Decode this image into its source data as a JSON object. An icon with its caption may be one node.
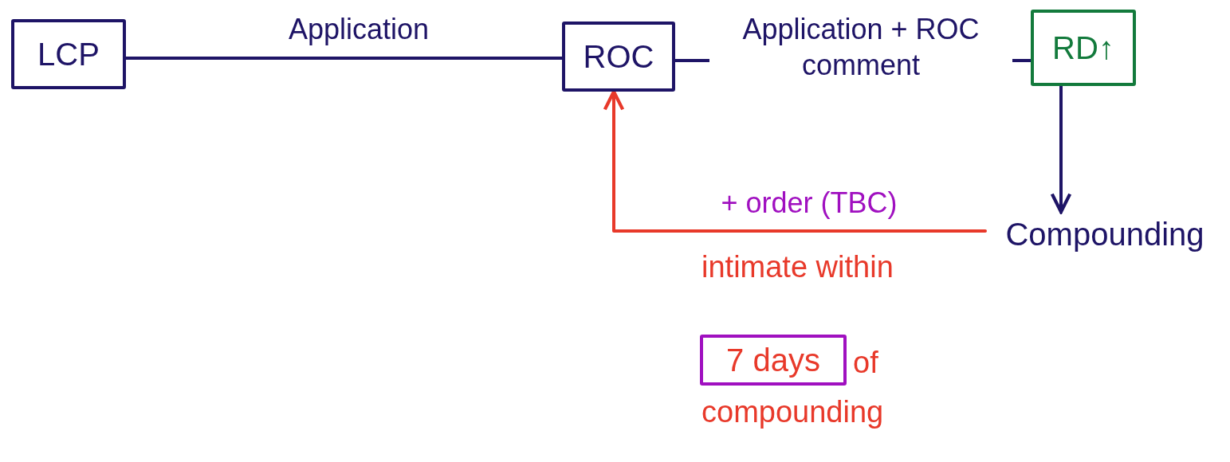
{
  "diagram": {
    "nodes": [
      {
        "text": [
          "LCP"
        ]
      },
      {
        "text": [
          "ROC"
        ]
      },
      {
        "text": [
          "RD↑"
        ]
      },
      {
        "text": [
          "Compounding"
        ]
      },
      {
        "text": [
          "7 days"
        ]
      }
    ],
    "edges": [
      {
        "from": 0,
        "to": 1,
        "arrow": "none",
        "label": "Application"
      },
      {
        "from": 1,
        "to": 2,
        "arrow": "none",
        "label": "Application + ROC comment"
      },
      {
        "from": 2,
        "to": 3,
        "arrow": "to"
      },
      {
        "from": 3,
        "to": 1,
        "arrow": "to",
        "label": "+ order (TBC)",
        "color": "#e8392a"
      }
    ],
    "labels": [
      "intimate within",
      "of",
      "compounding"
    ]
  }
}
